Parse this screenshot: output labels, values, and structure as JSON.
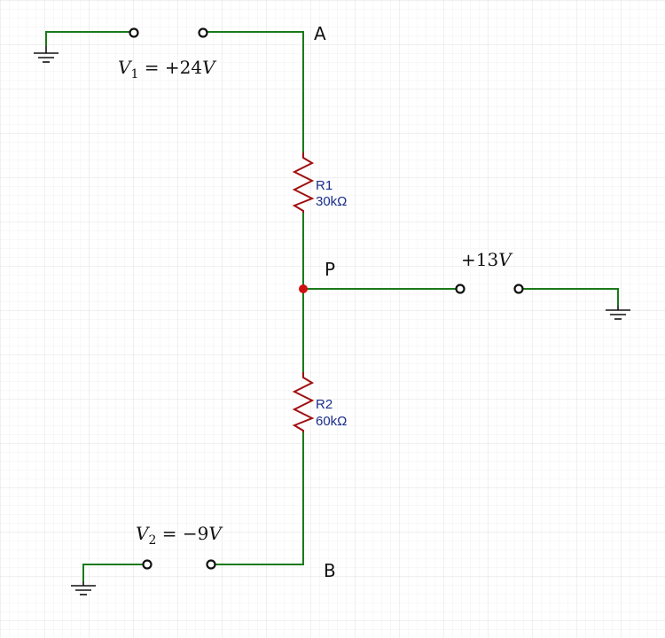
{
  "nodes": {
    "a": "A",
    "b": "B",
    "p": "P"
  },
  "resistors": {
    "r1": {
      "name": "R1",
      "value": "30kΩ"
    },
    "r2": {
      "name": "R2",
      "value": "60kΩ"
    }
  },
  "sources": {
    "v1": {
      "symbol": "V",
      "subscript": "1",
      "expr": " = +24",
      "unit": "V"
    },
    "v2": {
      "symbol": "V",
      "subscript": "2",
      "expr": " = −9",
      "unit": "V"
    },
    "vp": {
      "expr": "+13",
      "unit": "V"
    }
  },
  "colors": {
    "wire": "#1a7a1a",
    "resistor": "#a01010",
    "label": "#1a2d8a",
    "node_dot": "#d01010",
    "grid": "#e6e6e6"
  },
  "icons": [
    "ground-icon",
    "terminal-icon",
    "resistor-icon",
    "node-dot-icon"
  ]
}
